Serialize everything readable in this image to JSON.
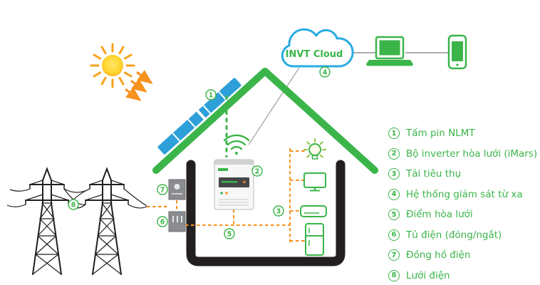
{
  "cloud": {
    "label": "INVT Cloud"
  },
  "legend": {
    "items": [
      {
        "num": "1",
        "label": "Tấm pin NLMT"
      },
      {
        "num": "2",
        "label": "Bộ inverter hòa lưới (iMars)"
      },
      {
        "num": "3",
        "label": "Tải tiêu thụ"
      },
      {
        "num": "4",
        "label": "Hệ thống giám sát từ xa"
      },
      {
        "num": "5",
        "label": "Điểm hòa lưới"
      },
      {
        "num": "6",
        "label": "Tủ điện (đóng/ngắt)"
      },
      {
        "num": "7",
        "label": "Đồng hồ điện"
      },
      {
        "num": "8",
        "label": "Lưới điện"
      }
    ]
  },
  "colors": {
    "green": "#3bb54a",
    "panel_blue": "#2d9fd9",
    "cloud_blue": "#29abe2",
    "orange": "#f6921e",
    "sun_yellow": "#ffd42a",
    "wall_black": "#231f20",
    "box_gray": "#8a8c8f"
  }
}
